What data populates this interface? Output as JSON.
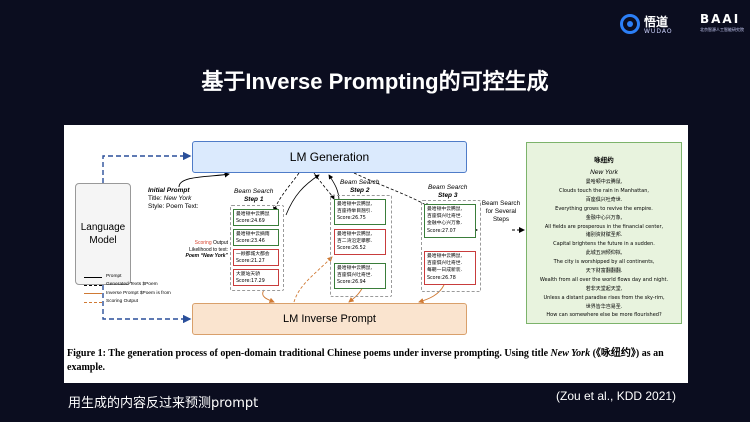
{
  "brand": {
    "wudao_cn": "悟道",
    "wudao_en": "WUDAO",
    "baai": "BAAI",
    "baai_sub": "北京智源人工智能研究院",
    "accent": "#2c7ff7"
  },
  "slide": {
    "title": "基于Inverse Prompting的可控生成",
    "subtitle_left": "用生成的内容反过来预测prompt",
    "citation": "(Zou et al., KDD 2021)",
    "background": "#0b0d1f"
  },
  "figure": {
    "lm_generation": "LM Generation",
    "lm_inverse_prompt": "LM Inverse Prompt",
    "language_model": "Language Model",
    "initial_prompt": {
      "heading": "Initial Prompt",
      "title_label": "Title: ",
      "title_value": "New York",
      "style": "Style: Poem Text:"
    },
    "steps": [
      {
        "line1": "Beam Search",
        "line2": "Step 1"
      },
      {
        "line1": "Beam Search",
        "line2": "Step 2"
      },
      {
        "line1": "Beam Search",
        "line2": "Step 3"
      }
    ],
    "beam_several": "Beam Search for Several Steps",
    "scoring_note": {
      "line1a": "Scoring",
      "line1b": " Output",
      "line2": "Likelihood to text:",
      "line3": "Poem “New York”"
    },
    "candidates_step1": [
      {
        "text": "曼哈顿中云腾鼠",
        "score": "Score:24.69"
      },
      {
        "text": "曼哈顿中云摘雨",
        "score": "Score:23.46"
      },
      {
        "text": "一顾都城大都会",
        "score": "Score:21.27"
      },
      {
        "text": "大厦站天骄",
        "score": "Score:17.29"
      }
    ],
    "candidates_step2": [
      {
        "text1": "曼哈顿中云腾鼠,",
        "text2": "百座待举目翘引.",
        "score": "Score:26.75"
      },
      {
        "text1": "曼哈顿中云腾鼠,",
        "text2": "百二湾沿定攀那.",
        "score": "Score:26.52"
      },
      {
        "text1": "曼哈顿中云腾鼠,",
        "text2": "百座俱兴吐奇世.",
        "score": "Score:26.94"
      }
    ],
    "candidates_step3": [
      {
        "text1": "曼哈顿中云腾鼠,",
        "text2": "百座俱兴吐奇世.",
        "text3": "金融中心兴万象.",
        "score": "Score:27.07"
      },
      {
        "text1": "曼哈顿中云腾鼠,",
        "text2": "百座俱兴吐奇世.",
        "text3": "每朝一日成新装.",
        "score": "Score:26.78"
      }
    ],
    "legend": [
      "Prompt",
      "Generated Texts $Poem",
      "Inverse Prompt $Poem is from",
      "Scoring Output"
    ],
    "result_poem": {
      "title_cn": "咏纽约",
      "title_en": "New York",
      "lines": [
        "曼哈顿中云腾鼠,",
        "Clouds touch the rain in Manhattan,",
        "百座俱兴吐奇世.",
        "Everything grows to revive the empire.",
        "金融中心兴万象,",
        "All fields are prosperous in the financial center,",
        "诸别资财赋圣邦.",
        "Capital brightens the future in a sudden.",
        "此城五洲倾仰拟,",
        "The city is worshipped by all continents,",
        "天下财富翻翻翻.",
        "Wealth from all over the world flows day and night.",
        "若非天堂起天堂,",
        "Unless a distant paradise rises from the sky-rim,",
        "世界皆华岂易圣.",
        "How can somewhere else be more flourished?"
      ]
    },
    "caption": {
      "prefix": "Figure 1: The generation process of open-domain traditional Chinese poems under inverse prompting. Using title ",
      "title_italic": "New York",
      "suffix": " (《咏纽约》) as an example."
    },
    "colors": {
      "green_border": "#3a7d3a",
      "red_border": "#c83c3c",
      "lm_gen_fill": "#dbeafd",
      "lm_inv_fill": "#fae4cf",
      "result_fill": "#e8f3de",
      "arrow_blue": "#2a4f9a",
      "arrow_orange": "#d07a34"
    }
  }
}
